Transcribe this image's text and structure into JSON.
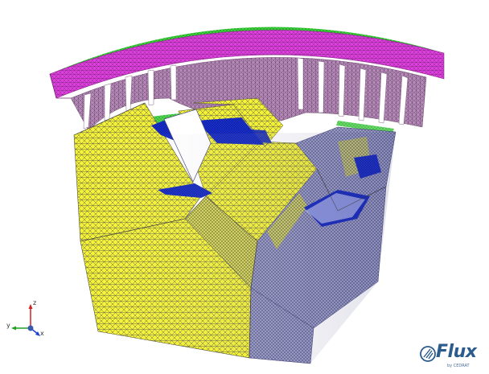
{
  "app": {
    "name": "Flux"
  },
  "axes_triad": {
    "x_label": "x",
    "y_label": "y",
    "z_label": "z"
  },
  "logo": {
    "word": "Flux",
    "tagline": "by CEDRAT"
  },
  "colors": {
    "background": "#ffffff",
    "stator_teeth": "#e040e0",
    "stator_back_edge": "#40d040",
    "rotor_body": "#f0f030",
    "rotor_shadow": "#8890c0",
    "mesh_blue": "#1030d0",
    "mesh_lines": "#3a3a6a",
    "logo_blue": "#2c5c8c"
  }
}
